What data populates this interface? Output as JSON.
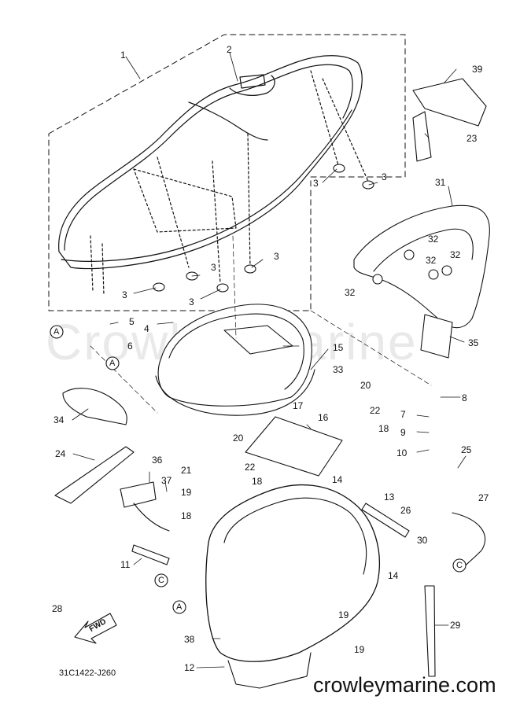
{
  "watermark": "Crowley Marine",
  "diagram_code": "31C1422-J260",
  "website": "crowleymarine.com",
  "fwd_label": "FWD",
  "callouts": {
    "c1": "1",
    "c2": "2",
    "c39": "39",
    "c23": "23",
    "c3a": "3",
    "c3b": "3",
    "c3c": "3",
    "c3d": "3",
    "c3e": "3",
    "c3f": "3",
    "c31": "31",
    "c32a": "32",
    "c32b": "32",
    "c32c": "32",
    "c32d": "32",
    "c4": "4",
    "c5": "5",
    "c6": "6",
    "c15": "15",
    "c33": "33",
    "c35": "35",
    "c8": "8",
    "c17": "17",
    "c20a": "20",
    "c22a": "22",
    "c7": "7",
    "c9": "9",
    "c34": "34",
    "c16": "16",
    "c18a": "18",
    "c10": "10",
    "c25": "25",
    "c20b": "20",
    "c22b": "22",
    "c24": "24",
    "c36": "36",
    "c21": "21",
    "c37": "37",
    "c19a": "19",
    "c18b": "18",
    "c14a": "14",
    "c26": "26",
    "c18c": "18",
    "c13": "13",
    "c27": "27",
    "c30": "30",
    "c11": "11",
    "c14b": "14",
    "c28": "28",
    "c19b": "19",
    "c29": "29",
    "c38": "38",
    "c19c": "19",
    "c12": "12",
    "refA1": "A",
    "refA2": "A",
    "refA3": "A",
    "refC1": "C",
    "refC2": "C"
  }
}
